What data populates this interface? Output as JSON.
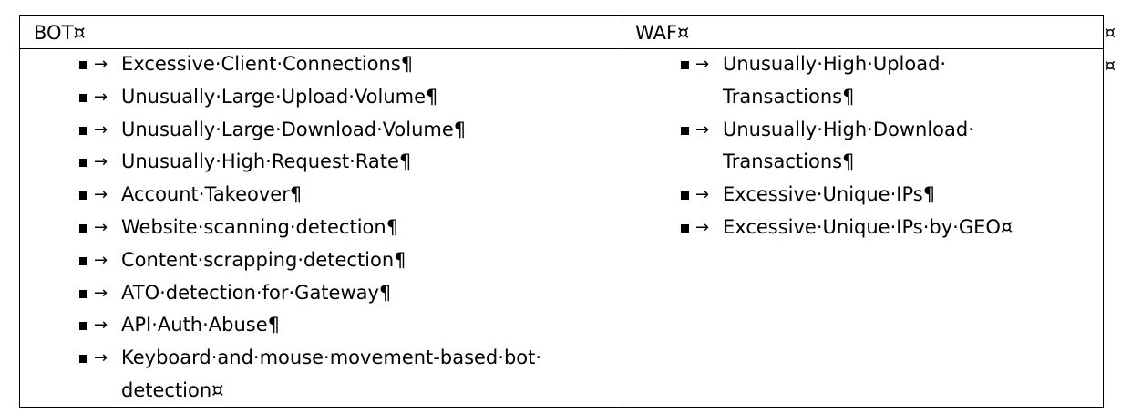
{
  "table": {
    "headers": {
      "bot": "BOT¤",
      "waf": "WAF¤"
    },
    "bullet_arrow": "→",
    "row_end_marks": [
      "¤",
      "¤"
    ],
    "bot_items": [
      "Excessive·Client·Connections¶",
      "Unusually·Large·Upload·Volume¶",
      "Unusually·Large·Download·Volume¶",
      "Unusually·High·Request·Rate¶",
      "Account·Takeover¶",
      "Website·scanning·detection¶",
      "Content·scrapping·detection¶",
      "ATO·detection·for·Gateway¶",
      "API·Auth·Abuse¶",
      "Keyboard·and·mouse·movement-based·bot· detection¤"
    ],
    "waf_items": [
      "Unusually·High·Upload· Transactions¶",
      "Unusually·High·Download· Transactions¶",
      "Excessive·Unique·IPs¶",
      "Excessive·Unique·IPs·by·GEO¤"
    ]
  }
}
